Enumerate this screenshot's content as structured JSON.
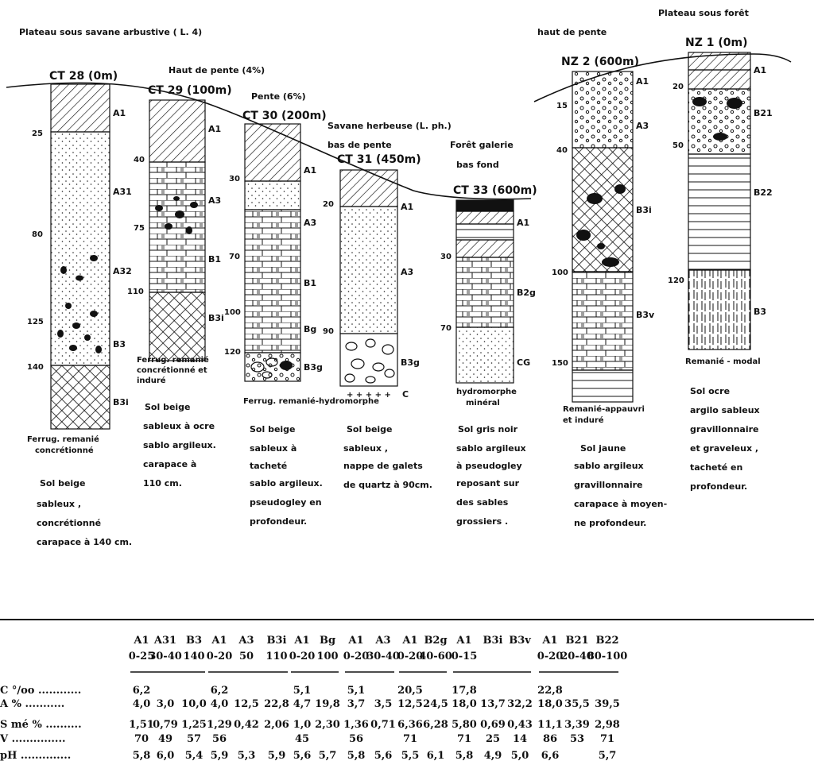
{
  "headings": {
    "plateau_savane": "Plateau sous savane arbustive ( L. 4)",
    "haut_pente_left": "Haut de pente (4%)",
    "pente": "Pente (6%)",
    "savane_herbeuse": "Savane herbeuse (L. ph.)",
    "bas_pente": "bas de pente",
    "foret_galerie": "Forêt galerie",
    "bas_fond": "bas fond",
    "haut_pente_right": "haut de pente",
    "plateau_foret": "Plateau sous forêt"
  },
  "profiles": [
    {
      "id": "CT28",
      "title": "CT 28 (0m)",
      "depths": [
        "25",
        "80",
        "125",
        "140"
      ],
      "horizons": [
        "A1",
        "A31",
        "A32",
        "B3",
        "B3i"
      ],
      "classification": [
        "Ferrug. remanié",
        "concrétionné"
      ],
      "description": [
        "Sol beige",
        "sableux ,",
        "concrétionné",
        "carapace à 140 cm."
      ]
    },
    {
      "id": "CT29",
      "title": "CT 29 (100m)",
      "depths": [
        "40",
        "75",
        "110"
      ],
      "horizons": [
        "A1",
        "A3",
        "B1",
        "B3i"
      ],
      "classification": [
        "Ferrug. remanié",
        "concrétionné et",
        "induré"
      ],
      "description": [
        "Sol beige",
        "sableux à ocre",
        "sablo argileux.",
        "carapace à",
        "110 cm."
      ]
    },
    {
      "id": "CT30",
      "title": "CT 30 (200m)",
      "depths": [
        "30",
        "70",
        "100",
        "120"
      ],
      "horizons": [
        "A1",
        "A3",
        "B1",
        "Bg",
        "B3g"
      ],
      "classification": [
        "Ferrug. remanié-hydromorphe"
      ],
      "description": [
        "Sol beige",
        "sableux à",
        "tacheté",
        "sablo argileux.",
        "pseudogley en",
        "profondeur."
      ]
    },
    {
      "id": "CT31",
      "title": "CT 31 (450m)",
      "depths": [
        "20",
        "90"
      ],
      "horizons": [
        "A1",
        "A3",
        "B3g",
        "C"
      ],
      "description": [
        "Sol beige",
        "sableux ,",
        "nappe de galets",
        "de quartz à 90cm."
      ]
    },
    {
      "id": "CT33",
      "title": "CT 33 (600m)",
      "depths": [
        "30",
        "70"
      ],
      "horizons": [
        "A1",
        "B2g",
        "CG"
      ],
      "classification": [
        "hydromorphe",
        "minéral"
      ],
      "description": [
        "Sol gris noir",
        "sablo argileux",
        "à pseudogley",
        "reposant sur",
        "des sables",
        "grossiers ."
      ]
    },
    {
      "id": "NZ2",
      "title": "NZ 2 (600m)",
      "depths": [
        "15",
        "40",
        "100",
        "150"
      ],
      "horizons": [
        "A1",
        "A3",
        "B3i",
        "B3v"
      ],
      "classification": [
        "Remanié-appauvri",
        "et induré"
      ],
      "description": [
        "Sol jaune",
        "sablo argileux",
        "gravillonnaire",
        "carapace à moyen-",
        "ne profondeur."
      ]
    },
    {
      "id": "NZ1",
      "title": "NZ 1 (0m)",
      "depths": [
        "20",
        "50",
        "120"
      ],
      "horizons": [
        "A1",
        "B21",
        "B22",
        "B3"
      ],
      "classification": [
        "Remanié - modal"
      ],
      "description": [
        "Sol ocre",
        "argilo sableux",
        "gravillonnaire",
        "et graveleux ,",
        "tacheté en",
        "profondeur."
      ]
    }
  ],
  "table": {
    "columns": [
      {
        "h": "A1",
        "d": "0-25"
      },
      {
        "h": "A31",
        "d": "30-40"
      },
      {
        "h": "B3",
        "d": "140"
      },
      {
        "h": "A1",
        "d": "0-20"
      },
      {
        "h": "A3",
        "d": "50"
      },
      {
        "h": "B3i",
        "d": "110"
      },
      {
        "h": "A1",
        "d": "0-20"
      },
      {
        "h": "Bg",
        "d": "100"
      },
      {
        "h": "A1",
        "d": "0-20"
      },
      {
        "h": "A3",
        "d": "30-40"
      },
      {
        "h": "A1",
        "d": "0-20"
      },
      {
        "h": "B2g",
        "d": "40-60"
      },
      {
        "h": "A1",
        "d": "0-15"
      },
      {
        "h": "B3i",
        "d": ""
      },
      {
        "h": "B3v",
        "d": ""
      },
      {
        "h": "A1",
        "d": "0-20"
      },
      {
        "h": "B21",
        "d": "20-40"
      },
      {
        "h": "B22",
        "d": "80-100"
      }
    ],
    "rows": [
      {
        "label": "C °/oo ............",
        "values": [
          "6,2",
          "",
          "",
          "6,2",
          "",
          "",
          "5,1",
          "",
          "5,1",
          "",
          "20,5",
          "",
          "17,8",
          "",
          "",
          "22,8",
          "",
          ""
        ]
      },
      {
        "label": "A % ...........",
        "values": [
          "4,0",
          "3,0",
          "10,0",
          "4,0",
          "12,5",
          "22,8",
          "4,7",
          "19,8",
          "3,7",
          "3,5",
          "12,5",
          "24,5",
          "18,0",
          "13,7",
          "32,2",
          "18,0",
          "35,5",
          "39,5"
        ]
      },
      {
        "label": "S mé % ..........",
        "values": [
          "1,51",
          "0,79",
          "1,25",
          "1,29",
          "0,42",
          "2,06",
          "1,0",
          "2,30",
          "1,36",
          "0,71",
          "6,36",
          "6,28",
          "5,80",
          "0,69",
          "0,43",
          "11,1",
          "3,39",
          "2,98"
        ]
      },
      {
        "label": "V ...............",
        "values": [
          "70",
          "49",
          "57",
          "56",
          "",
          "",
          "45",
          "",
          "56",
          "",
          "71",
          "",
          "71",
          "25",
          "14",
          "86",
          "53",
          "71"
        ]
      },
      {
        "label": "pH ..............",
        "values": [
          "5,8",
          "6,0",
          "5,4",
          "5,9",
          "5,3",
          "5,9",
          "5,6",
          "5,7",
          "5,8",
          "5,6",
          "5,5",
          "6,1",
          "5,8",
          "4,9",
          "5,0",
          "6,6",
          "",
          "5,7"
        ]
      }
    ]
  }
}
